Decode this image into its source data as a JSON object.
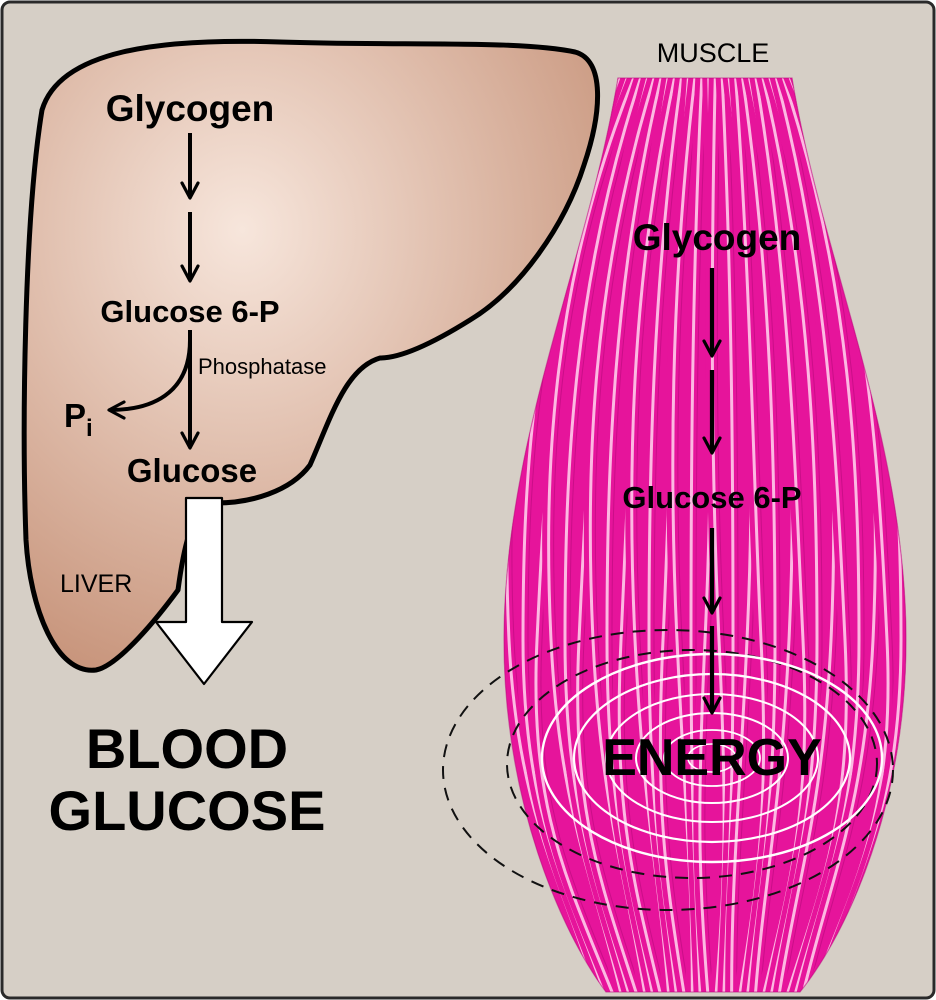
{
  "colors": {
    "background": "#d6cfc6",
    "frame": "#2a2a2a",
    "liver_fill": "#c8957c",
    "liver_highlight": "#f7e6dc",
    "muscle_fiber": "#e6149b",
    "muscle_stripe": "#ffd6ee",
    "arrow": "#000000",
    "blood_arrow": "#ffffff",
    "text": "#000000"
  },
  "liver": {
    "organ_label": "LIVER",
    "glycogen": "Glycogen",
    "glucose_6p": "Glucose 6-P",
    "enzyme": "Phosphatase",
    "phosphate": "P",
    "phosphate_subscript": "i",
    "glucose": "Glucose"
  },
  "blood": {
    "line1": "BLOOD",
    "line2": "GLUCOSE"
  },
  "muscle": {
    "organ_label": "MUSCLE",
    "glycogen": "Glycogen",
    "glucose_6p": "Glucose 6-P",
    "energy": "ENERGY"
  }
}
